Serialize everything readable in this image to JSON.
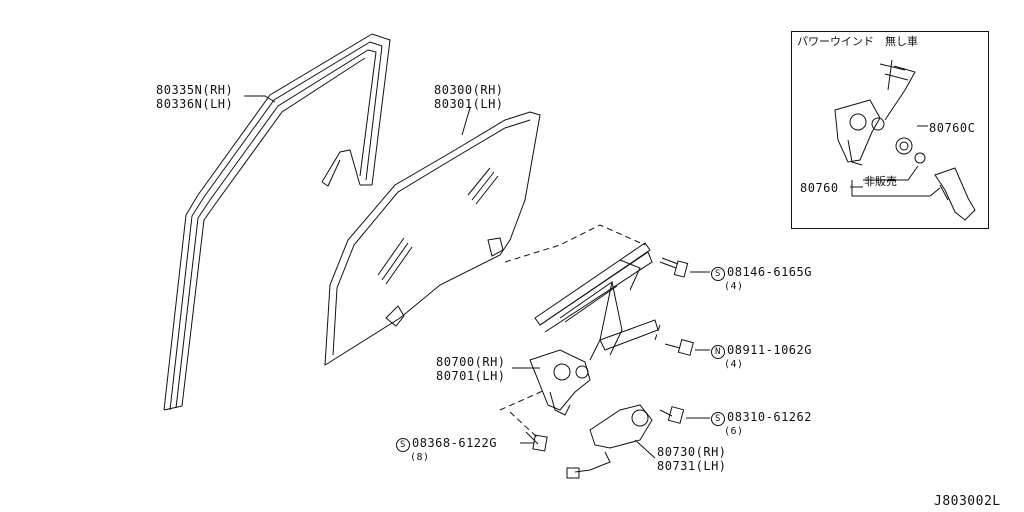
{
  "diagram": {
    "part_glass_run": [
      "80335N(RH)",
      "80336N(LH)"
    ],
    "part_door_glass": [
      "80300(RH)",
      "80301(LH)"
    ],
    "part_regulator": [
      "80700(RH)",
      "80701(LH)"
    ],
    "part_motor": [
      "80730(RH)",
      "80731(LH)"
    ],
    "bolt_1": {
      "marker": "S",
      "code": "08146-6165G",
      "qty": "(4)"
    },
    "nut_1": {
      "marker": "N",
      "code": "08911-1062G",
      "qty": "(4)"
    },
    "bolt_2": {
      "marker": "S",
      "code": "08310-61262",
      "qty": "(6)"
    },
    "bolt_3": {
      "marker": "S",
      "code": "08368-6122G",
      "qty": "(8)"
    },
    "inset": {
      "title": "パワーウインド　無し車",
      "part_handle_washer": "80760C",
      "part_handle": "80760",
      "not_for_sale": "非販売"
    },
    "diagram_code": "J803002L"
  }
}
